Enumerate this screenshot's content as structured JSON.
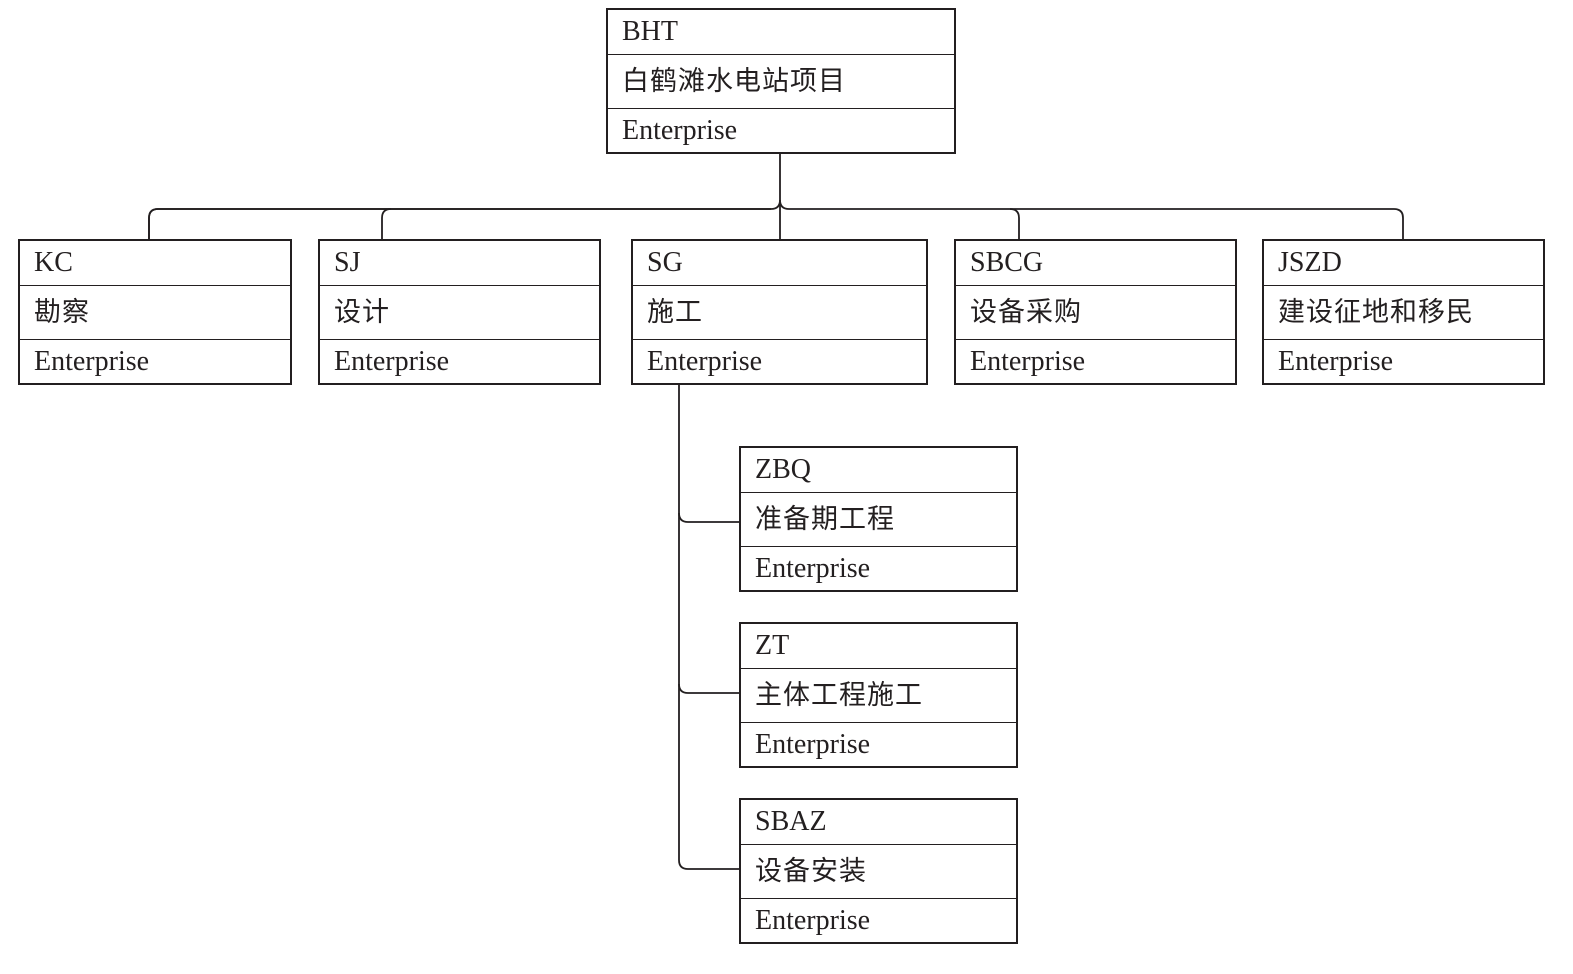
{
  "diagram": {
    "nodes": [
      {
        "id": "bht",
        "code": "BHT",
        "name": "白鹤滩水电站项目",
        "kind": "Enterprise"
      },
      {
        "id": "kc",
        "code": "KC",
        "name": "勘察",
        "kind": "Enterprise"
      },
      {
        "id": "sj",
        "code": "SJ",
        "name": "设计",
        "kind": "Enterprise"
      },
      {
        "id": "sg",
        "code": "SG",
        "name": "施工",
        "kind": "Enterprise"
      },
      {
        "id": "sbcg",
        "code": "SBCG",
        "name": "设备采购",
        "kind": "Enterprise"
      },
      {
        "id": "jszd",
        "code": "JSZD",
        "name": "建设征地和移民",
        "kind": "Enterprise"
      },
      {
        "id": "zbq",
        "code": "ZBQ",
        "name": "准备期工程",
        "kind": "Enterprise"
      },
      {
        "id": "zt",
        "code": "ZT",
        "name": "主体工程施工",
        "kind": "Enterprise"
      },
      {
        "id": "sbaz",
        "code": "SBAZ",
        "name": "设备安装",
        "kind": "Enterprise"
      }
    ],
    "edges": [
      {
        "from": "bht",
        "to": "kc"
      },
      {
        "from": "bht",
        "to": "sj"
      },
      {
        "from": "bht",
        "to": "sg"
      },
      {
        "from": "bht",
        "to": "sbcg"
      },
      {
        "from": "bht",
        "to": "jszd"
      },
      {
        "from": "sg",
        "to": "zbq"
      },
      {
        "from": "sg",
        "to": "zt"
      },
      {
        "from": "sg",
        "to": "sbaz"
      }
    ]
  }
}
